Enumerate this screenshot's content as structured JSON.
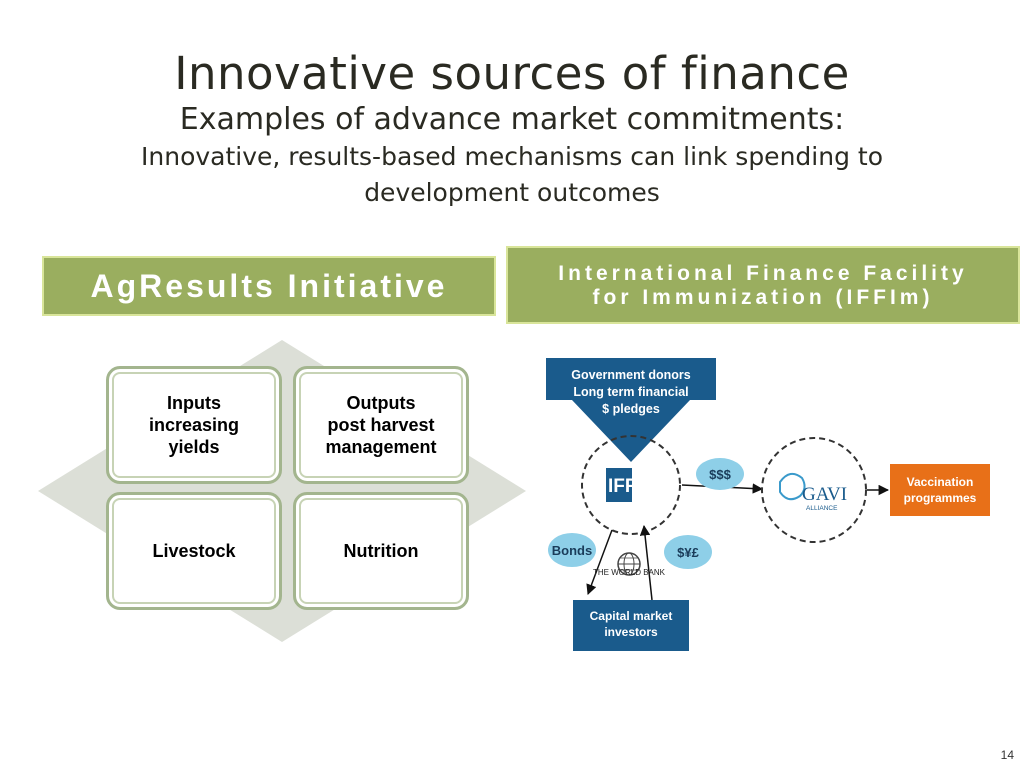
{
  "title": "Innovative sources of finance",
  "subtitle": "Examples of advance market commitments:",
  "subtitle2_line1": "Innovative, results-based mechanisms can link spending to",
  "subtitle2_line2": "development outcomes",
  "left_banner": "AgResults Initiative",
  "right_banner_line1": "International Finance Facility",
  "right_banner_line2": "for Immunization (IFFIm)",
  "quadrants": {
    "top_left": [
      "Inputs",
      "increasing",
      "yields"
    ],
    "top_right": [
      "Outputs",
      "post harvest",
      "management"
    ],
    "bottom_left": [
      "Livestock"
    ],
    "bottom_right": [
      "Nutrition"
    ]
  },
  "iffim_diagram": {
    "donors": [
      "Government donors",
      "Long term financial",
      "$ pledges"
    ],
    "iffim_logo": "IFFIm",
    "money_dollars": "$$$",
    "gavi_logo": "GAVI",
    "gavi_sub": "ALLIANCE",
    "vaccination": [
      "Vaccination",
      "programmes"
    ],
    "bonds": "Bonds",
    "currencies": "$¥£",
    "world_bank": "THE WORLD BANK",
    "investors": [
      "Capital market",
      "investors"
    ]
  },
  "page_number": "14",
  "colors": {
    "banner_fill": "#9aae5f",
    "banner_border": "#d9e59a",
    "diagram_navy": "#1a5b8c",
    "bubble_blue": "#8ecfe8",
    "vaccination_orange": "#e87018"
  }
}
